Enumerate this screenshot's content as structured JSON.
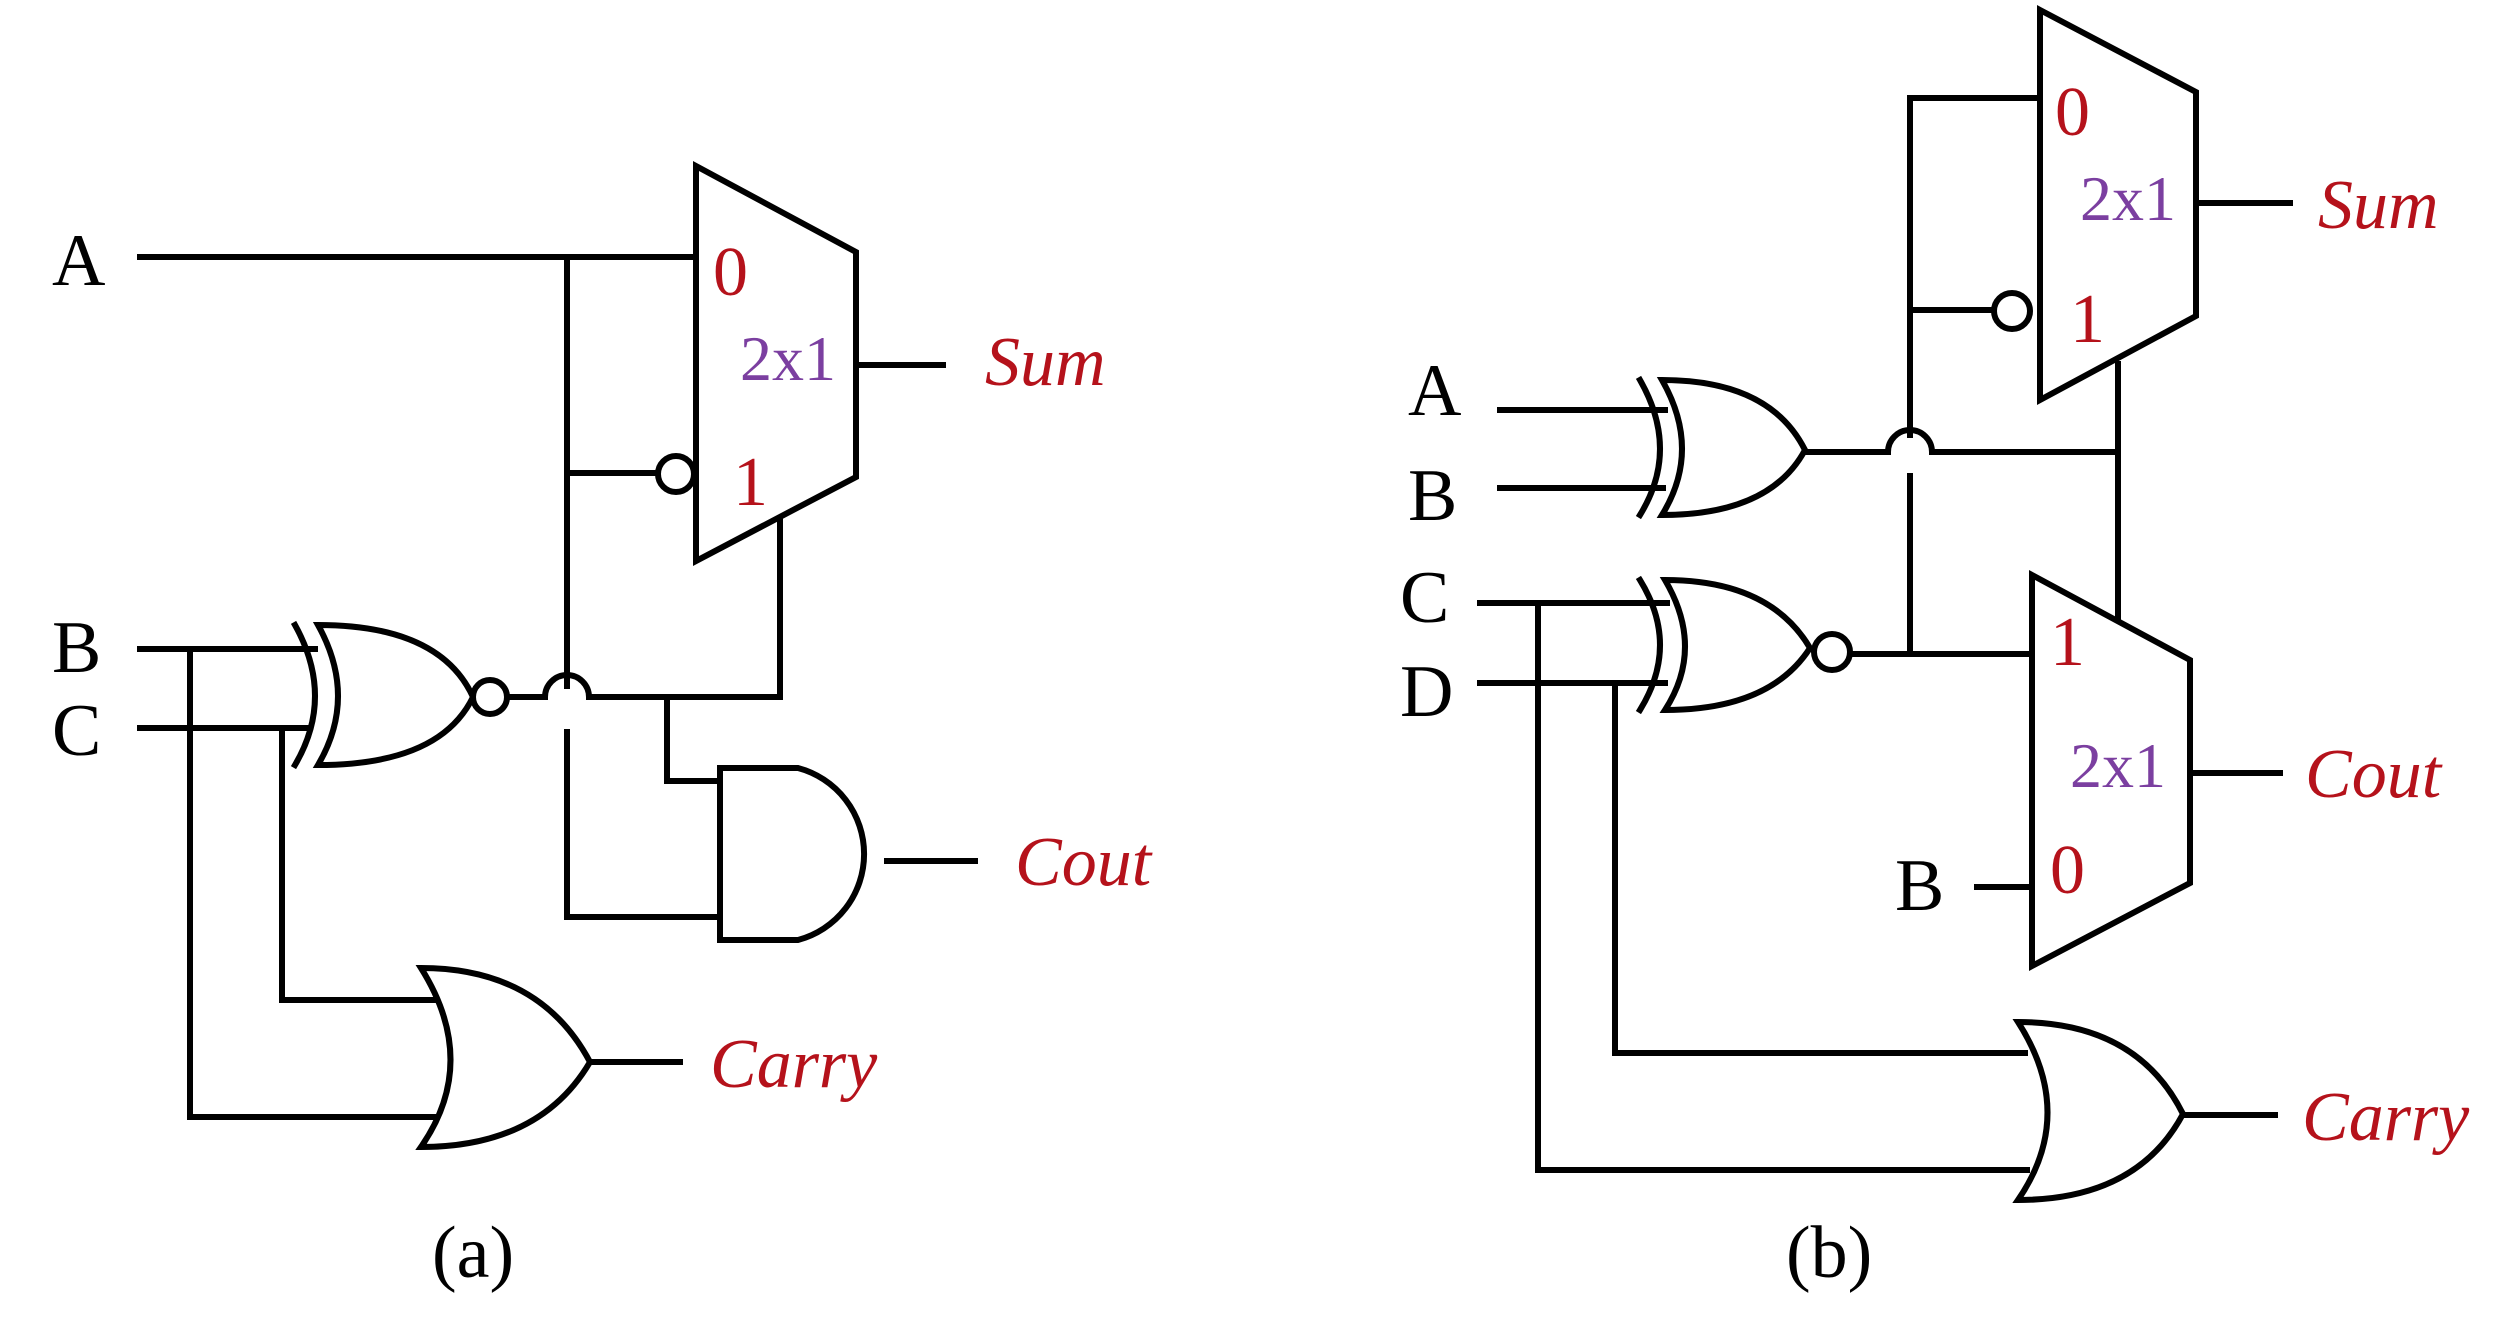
{
  "colors": {
    "wire": "#000000",
    "output_label": "#b5121b",
    "mux_pin": "#b5121b",
    "mux_size": "#7b3fa0"
  },
  "panel_a": {
    "caption": "(a)",
    "inputs": {
      "a": "A",
      "b": "B",
      "c": "C"
    },
    "mux": {
      "size": "2x1",
      "pin0": "0",
      "pin1": "1"
    },
    "outputs": {
      "sum": "Sum",
      "cout": "Cout",
      "carry": "Carry"
    }
  },
  "panel_b": {
    "caption": "(b)",
    "inputs": {
      "a": "A",
      "b": "B",
      "c": "C",
      "d": "D",
      "b2": "B"
    },
    "mux_top": {
      "size": "2x1",
      "pin0": "0",
      "pin1": "1"
    },
    "mux_bottom": {
      "size": "2x1",
      "pin1": "1",
      "pin0": "0"
    },
    "outputs": {
      "sum": "Sum",
      "cout": "Cout",
      "carry": "Carry"
    }
  }
}
